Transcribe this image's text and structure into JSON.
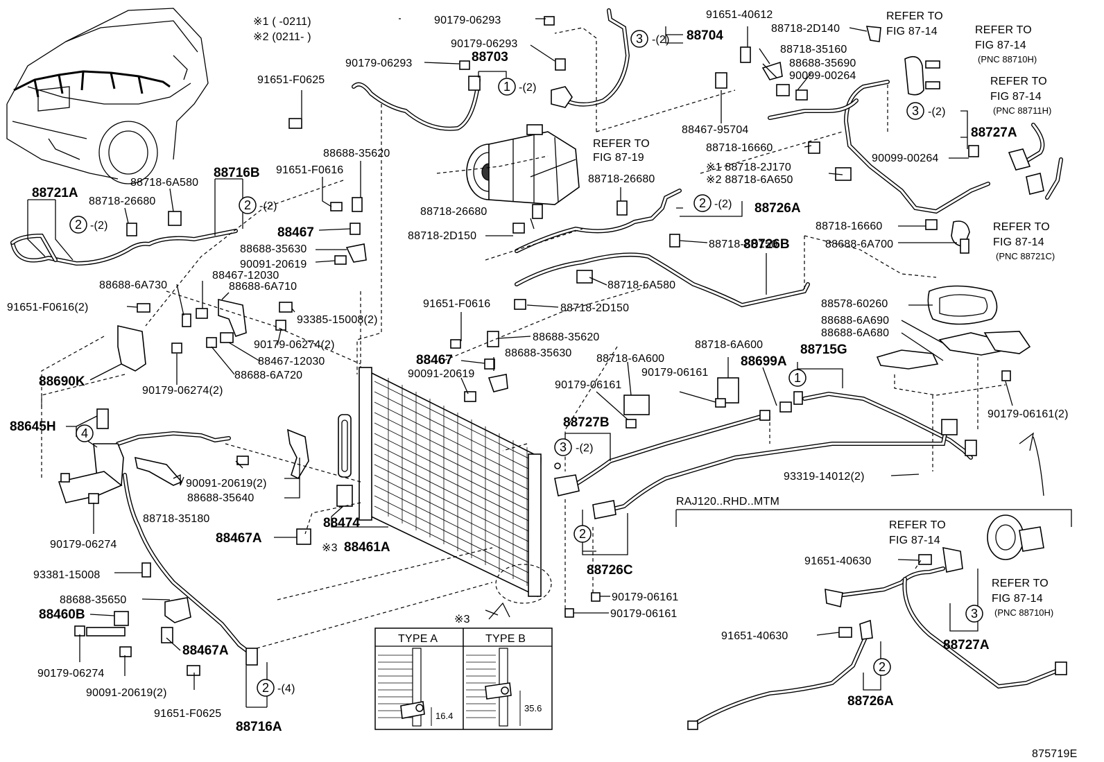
{
  "legend": {
    "note1": "※1 (      -0211)",
    "note2": "※2 (0211-      )"
  },
  "figure_code": "875719E",
  "section": {
    "label": "RAJ120..RHD..MTM"
  },
  "inset": {
    "type_a": "TYPE A",
    "type_b": "TYPE B",
    "dim_a": "16.4",
    "dim_b": "35.6",
    "marker": "※3"
  },
  "callouts": [
    {
      "id": "c1",
      "n": "1",
      "suffix": "-(2)"
    },
    {
      "id": "c2",
      "n": "2",
      "suffix": "-(2)"
    },
    {
      "id": "c3",
      "n": "3",
      "suffix": "-(2)"
    },
    {
      "id": "c4",
      "n": "4",
      "suffix": ""
    }
  ],
  "refs": {
    "r1": "REFER TO",
    "r1b": "FIG 87-19",
    "r2": "REFER TO",
    "r2b": "FIG 87-14",
    "r3": "REFER TO",
    "r3b": "FIG 87-14",
    "r3c": "(PNC 88710H)",
    "r4": "REFER TO",
    "r4b": "FIG 87-14",
    "r4c": "(PNC 88711H)",
    "r5": "REFER TO",
    "r5b": "FIG 87-14",
    "r5c": "(PNC 88721C)",
    "r6": "REFER TO",
    "r6b": "FIG 87-14",
    "r7": "REFER TO",
    "r7b": "FIG 87-14",
    "r7c": "(PNC 88710H)"
  },
  "parts": {
    "p01": "90179-06293",
    "p02": "90179-06293",
    "p03": "90179-06293",
    "p04": "88703",
    "p05": "88704",
    "p06": "91651-40612",
    "p07": "88718-2D140",
    "p08": "88718-35160",
    "p09": "88688-35690",
    "p10": "90099-00264",
    "p11": "88467-95704",
    "p12": "88718-16660",
    "p13": "88727A",
    "p14": "90099-00264",
    "p15": "91651-F0625",
    "p16": "88688-35620",
    "p17": "91651-F0616",
    "p18": "88718-6A580",
    "p19": "88716B",
    "p20": "88721A",
    "p21": "88718-26680",
    "p22": "88467",
    "p23": "88688-35630",
    "p24": "90091-20619",
    "p25": "88467-12030",
    "p26": "88688-6A730",
    "p27": "88688-6A710",
    "p28": "91651-F0616(2)",
    "p29": "93385-15008(2)",
    "p30": "90179-06274(2)",
    "p31": "88467-12030",
    "p32": "88688-6A720",
    "p33": "90179-06274(2)",
    "p34": "88690K",
    "p35": "88718-26680",
    "p36": "88718-2D150",
    "p37": "88718-26680",
    "p38": "88726A",
    "p39": "88718-2J170",
    "p40": "88718-6A650",
    "p41": "88718-2D150",
    "p42": "88726B",
    "p43": "88718-6A580",
    "p44": "88718-16660",
    "p45": "88688-6A700",
    "p46": "91651-F0616",
    "p47": "88718-2D150",
    "p48": "88688-35620",
    "p49": "88467",
    "p50": "88688-35630",
    "p51": "90091-20619",
    "p52": "88578-60260",
    "p53": "88688-6A690",
    "p54": "88688-6A680",
    "p55": "88718-6A600",
    "p56": "88718-6A600",
    "p57": "88715G",
    "p58": "90179-06161",
    "p59": "90179-06161",
    "p60": "88699A",
    "p61": "88727B",
    "p62": "90179-06161(2)",
    "p63": "88645H",
    "p64": "90091-20619(2)",
    "p65": "88688-35640",
    "p66": "88718-35180",
    "p67": "93319-14012(2)",
    "p68": "90179-06274",
    "p69": "88467A",
    "p70": "88474",
    "p71": "88461A",
    "p72": "93381-15008",
    "p73": "88726C",
    "p74": "88688-35650",
    "p75": "88460B",
    "p76": "88467A",
    "p77": "90179-06161",
    "p78": "90179-06161",
    "p79": "91651-40630",
    "p80": "90179-06274",
    "p81": "90091-20619(2)",
    "p82": "91651-F0625",
    "p83": "88716A",
    "p84": "91651-40630",
    "p85": "88727A",
    "p86": "88726A",
    "n2_4": "-(4)"
  }
}
